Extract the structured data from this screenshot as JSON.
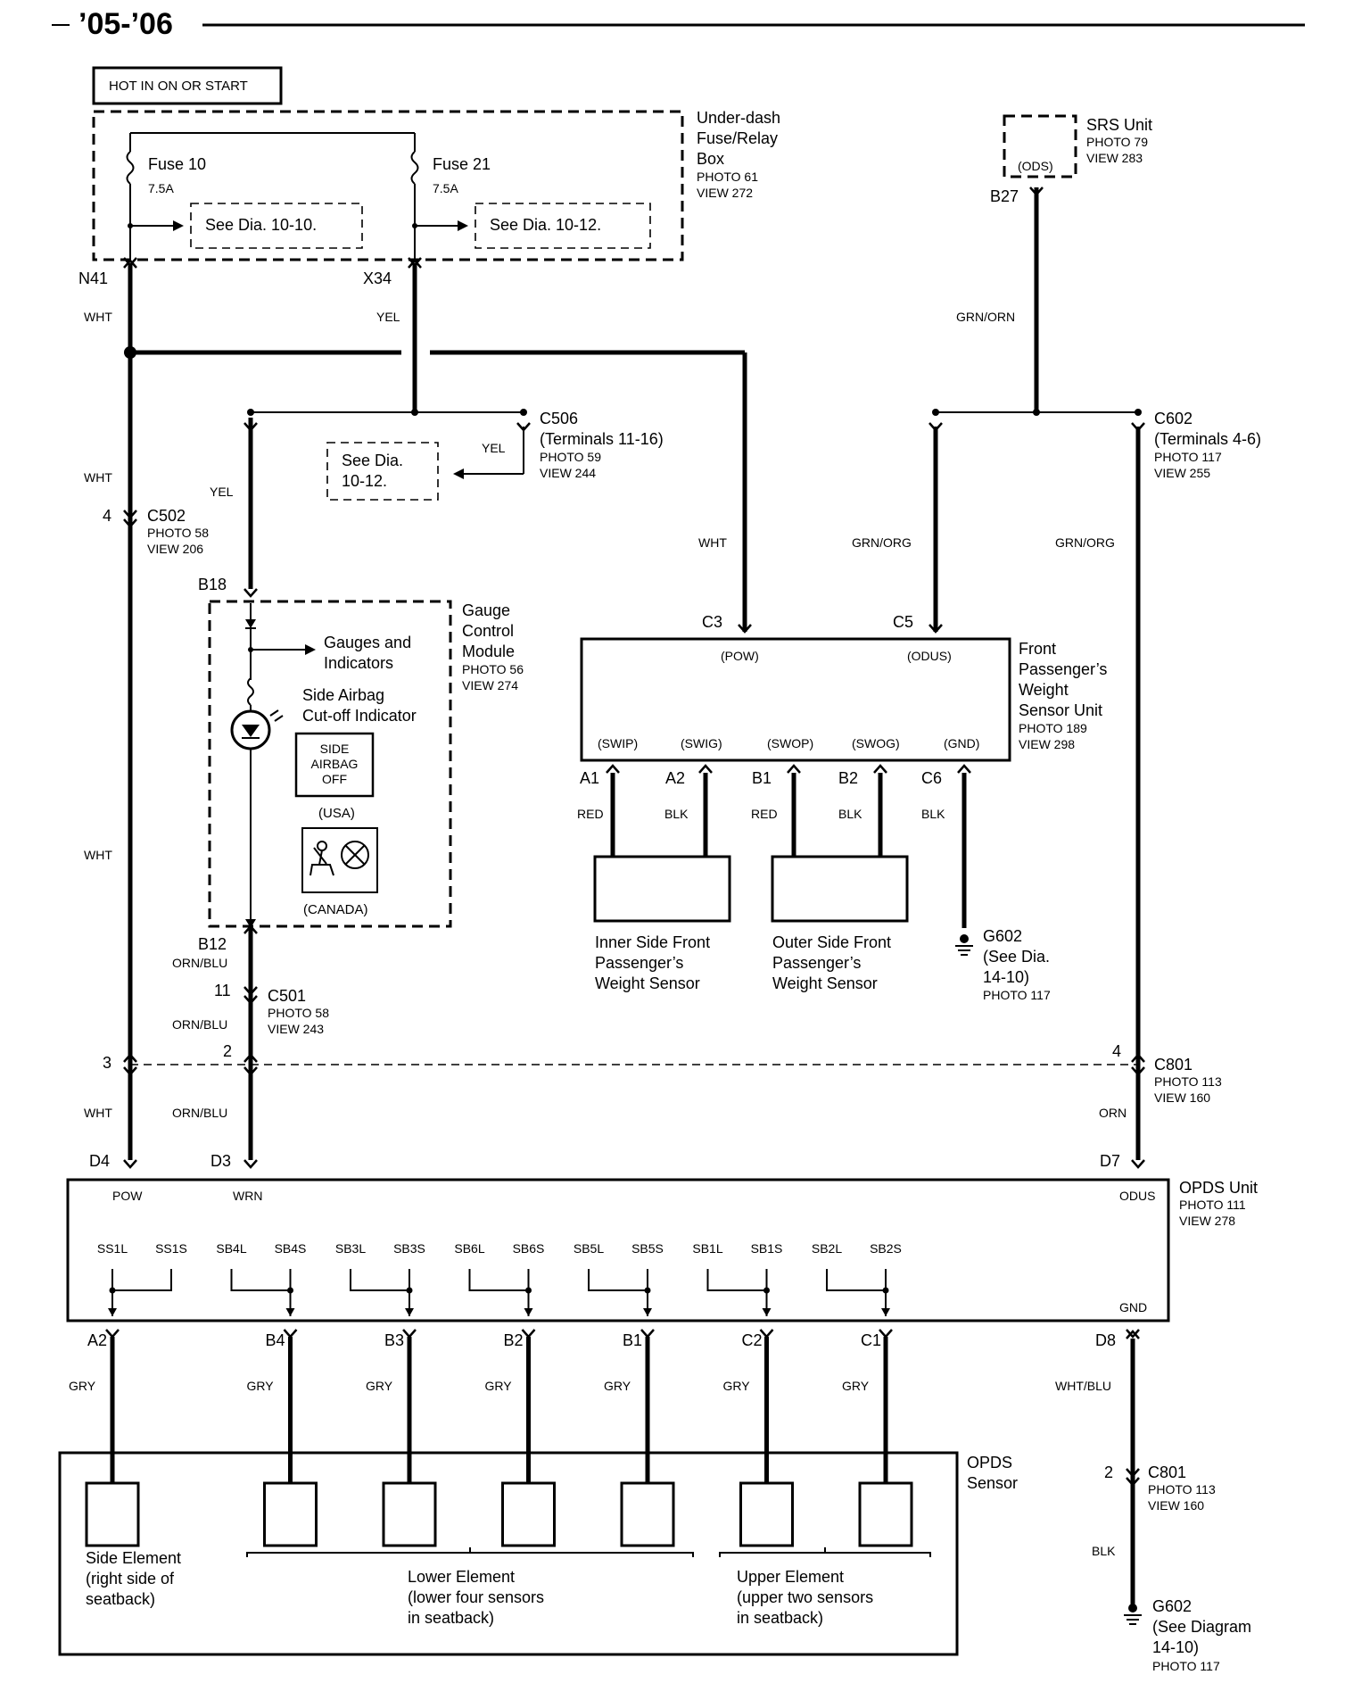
{
  "header": {
    "title": "’05-’06"
  },
  "power": {
    "hot_label": "HOT IN ON OR START"
  },
  "fusebox": {
    "name": "Under-dash",
    "name2": "Fuse/Relay",
    "name3": "Box",
    "photo": "PHOTO 61",
    "view": "VIEW 272",
    "fuse10": "Fuse 10",
    "fuse10_amp": "7.5A",
    "fuse10_see": "See Dia. 10-10.",
    "fuse21": "Fuse 21",
    "fuse21_amp": "7.5A",
    "fuse21_see": "See Dia. 10-12."
  },
  "srs": {
    "name": "SRS Unit",
    "photo": "PHOTO 79",
    "view": "VIEW 283",
    "inner": "(ODS)",
    "pin": "B27",
    "wire": "GRN/ORN"
  },
  "pins": {
    "n41": "N41",
    "x34": "X34"
  },
  "wires": {
    "wht": "WHT",
    "yel": "YEL",
    "grn_org": "GRN/ORG",
    "orn_blu": "ORN/BLU",
    "orn": "ORN",
    "red": "RED",
    "blk": "BLK",
    "gry": "GRY",
    "wht_blu": "WHT/BLU"
  },
  "c506": {
    "name": "C506",
    "terminals": "(Terminals 11-16)",
    "photo": "PHOTO 59",
    "view": "VIEW 244",
    "see1": "See Dia.",
    "see2": "10-12."
  },
  "c602": {
    "name": "C602",
    "terminals": "(Terminals 4-6)",
    "photo": "PHOTO 117",
    "view": "VIEW 255"
  },
  "c502": {
    "pin": "4",
    "name": "C502",
    "photo": "PHOTO 58",
    "view": "VIEW 206"
  },
  "gauge": {
    "pin_top": "B18",
    "pin_bottom": "B12",
    "name1": "Gauge",
    "name2": "Control",
    "name3": "Module",
    "photo": "PHOTO 56",
    "view": "VIEW 274",
    "gauges1": "Gauges and",
    "gauges2": "Indicators",
    "indicator1": "Side Airbag",
    "indicator2": "Cut-off Indicator",
    "usa_line1": "SIDE",
    "usa_line2": "AIRBAG",
    "usa_line3": "OFF",
    "usa": "(USA)",
    "canada": "(CANADA)"
  },
  "fpws": {
    "name1": "Front",
    "name2": "Passenger’s",
    "name3": "Weight",
    "name4": "Sensor Unit",
    "photo": "PHOTO 189",
    "view": "VIEW 298",
    "pow": "(POW)",
    "odus": "(ODUS)",
    "swip": "(SWIP)",
    "swig": "(SWIG)",
    "swop": "(SWOP)",
    "swog": "(SWOG)",
    "gnd": "(GND)",
    "c3": "C3",
    "c5": "C5",
    "a1": "A1",
    "a2": "A2",
    "b1": "B1",
    "b2": "B2",
    "c6": "C6"
  },
  "inner_sensor": {
    "l1": "Inner Side Front",
    "l2": "Passenger’s",
    "l3": "Weight Sensor"
  },
  "outer_sensor": {
    "l1": "Outer Side Front",
    "l2": "Passenger’s",
    "l3": "Weight Sensor"
  },
  "g602_a": {
    "name": "G602",
    "l2": "(See Dia.",
    "l3": "14-10)",
    "photo": "PHOTO 117"
  },
  "c501": {
    "pin11": "11",
    "name": "C501",
    "photo": "PHOTO 58",
    "view": "VIEW 243"
  },
  "c801": {
    "pin3": "3",
    "pin2": "2",
    "pin4": "4",
    "name": "C801",
    "photo": "PHOTO 113",
    "view": "VIEW 160"
  },
  "opds_unit": {
    "name": "OPDS Unit",
    "photo": "PHOTO 111",
    "view": "VIEW 278",
    "d4": "D4",
    "d3": "D3",
    "d7": "D7",
    "d8": "D8",
    "pow": "POW",
    "wrn": "WRN",
    "odus": "ODUS",
    "gnd": "GND",
    "pairs": [
      [
        "SS1L",
        "SS1S"
      ],
      [
        "SB4L",
        "SB4S"
      ],
      [
        "SB3L",
        "SB3S"
      ],
      [
        "SB6L",
        "SB6S"
      ],
      [
        "SB5L",
        "SB5S"
      ],
      [
        "SB1L",
        "SB1S"
      ],
      [
        "SB2L",
        "SB2S"
      ]
    ],
    "pins": [
      "A2",
      "B4",
      "B3",
      "B2",
      "B1",
      "C2",
      "C1"
    ]
  },
  "opds_sensor": {
    "name1": "OPDS",
    "name2": "Sensor",
    "side1": "Side Element",
    "side2": "(right side of",
    "side3": "seatback)",
    "lower1": "Lower Element",
    "lower2": "(lower four sensors",
    "lower3": "in seatback)",
    "upper1": "Upper Element",
    "upper2": "(upper two sensors",
    "upper3": "in seatback)"
  },
  "c801b": {
    "pin": "2",
    "name": "C801",
    "photo": "PHOTO 113",
    "view": "VIEW 160"
  },
  "g602_b": {
    "name": "G602",
    "l2": "(See Diagram",
    "l3": "14-10)",
    "photo": "PHOTO 117"
  }
}
